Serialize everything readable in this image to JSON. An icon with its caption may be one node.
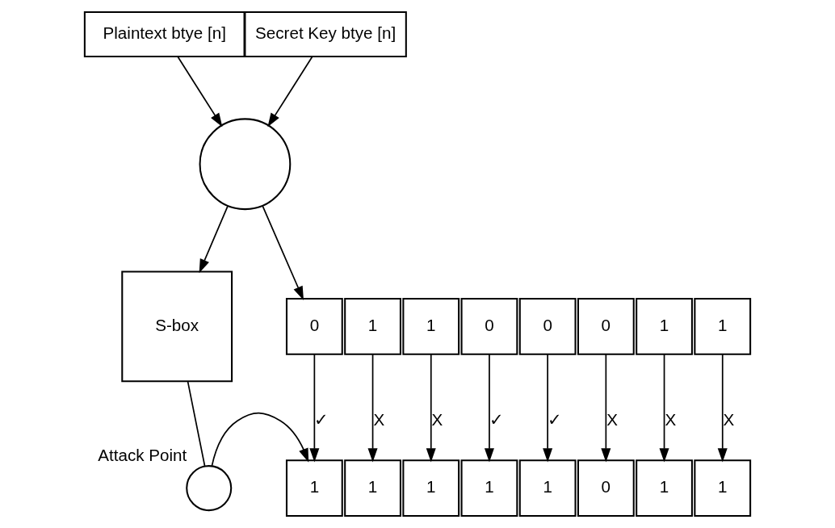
{
  "diagram": {
    "nodes": [
      {
        "text": [
          "Plaintext btye [n]"
        ]
      },
      {
        "text": [
          "Secret Key btye [n]"
        ]
      },
      {
        "text": [],
        "shape": "circle"
      },
      {
        "text": [
          "S-box"
        ]
      },
      {
        "text": [],
        "shape": "circle",
        "beside": [
          "Attack Point"
        ]
      },
      {
        "text": [
          "0"
        ]
      },
      {
        "text": [
          "1"
        ]
      },
      {
        "text": [
          "1"
        ]
      },
      {
        "text": [
          "0"
        ]
      },
      {
        "text": [
          "0"
        ]
      },
      {
        "text": [
          "0"
        ]
      },
      {
        "text": [
          "1"
        ]
      },
      {
        "text": [
          "1"
        ]
      },
      {
        "text": [
          "1"
        ]
      },
      {
        "text": [
          "1"
        ]
      },
      {
        "text": [
          "1"
        ]
      },
      {
        "text": [
          "1"
        ]
      },
      {
        "text": [
          "1"
        ]
      },
      {
        "text": [
          "0"
        ]
      },
      {
        "text": [
          "1"
        ]
      },
      {
        "text": [
          "1"
        ]
      }
    ],
    "edges": [
      {
        "from": 0,
        "to": 2,
        "arrow": "to"
      },
      {
        "from": 1,
        "to": 2,
        "arrow": "to"
      },
      {
        "from": 2,
        "to": 3,
        "arrow": "to"
      },
      {
        "from": 2,
        "to": 5,
        "arrow": "to"
      },
      {
        "from": 3,
        "to": 4,
        "arrow": "none"
      },
      {
        "from": 4,
        "to": 13,
        "arrow": "to"
      },
      {
        "from": 5,
        "to": 13,
        "arrow": "to",
        "label": "✓"
      },
      {
        "from": 6,
        "to": 14,
        "arrow": "to",
        "label": "X"
      },
      {
        "from": 7,
        "to": 15,
        "arrow": "to",
        "label": "X"
      },
      {
        "from": 8,
        "to": 16,
        "arrow": "to",
        "label": "✓"
      },
      {
        "from": 9,
        "to": 17,
        "arrow": "to",
        "label": "✓"
      },
      {
        "from": 10,
        "to": 18,
        "arrow": "to",
        "label": "X"
      },
      {
        "from": 11,
        "to": 19,
        "arrow": "to",
        "label": "X"
      },
      {
        "from": 12,
        "to": 20,
        "arrow": "to",
        "label": "X"
      }
    ]
  }
}
